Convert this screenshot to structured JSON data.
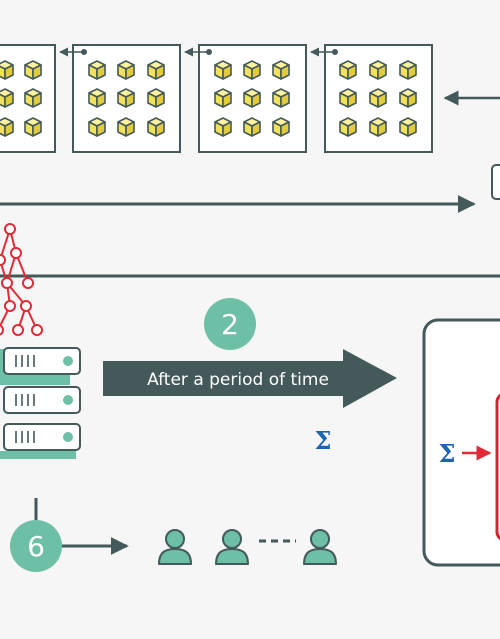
{
  "steps": {
    "step2": "2",
    "step6": "6"
  },
  "labels": {
    "time_arrow": "After a period of time"
  },
  "symbols": {
    "sum": "Σ"
  },
  "icons": {
    "block": "cube-icon",
    "tree": "tree-icon",
    "server": "server-icon",
    "user": "user-icon",
    "device": "device-icon"
  },
  "colors": {
    "dark": "#44595a",
    "teal": "#6dbfa5",
    "cube": "#f2e15a",
    "tree": "#e02b37",
    "sigma": "#1f63b3",
    "arrow_red": "#e02b37",
    "panel_red": "#d8232f"
  }
}
